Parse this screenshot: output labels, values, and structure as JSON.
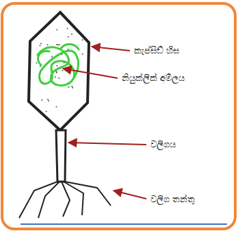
{
  "diagram": {
    "labels": [
      "කැප්සිඩ් හිස",
      "නියුක්ලික් අම්ලය",
      "වලිගය",
      "වලිග තන්තු"
    ]
  }
}
